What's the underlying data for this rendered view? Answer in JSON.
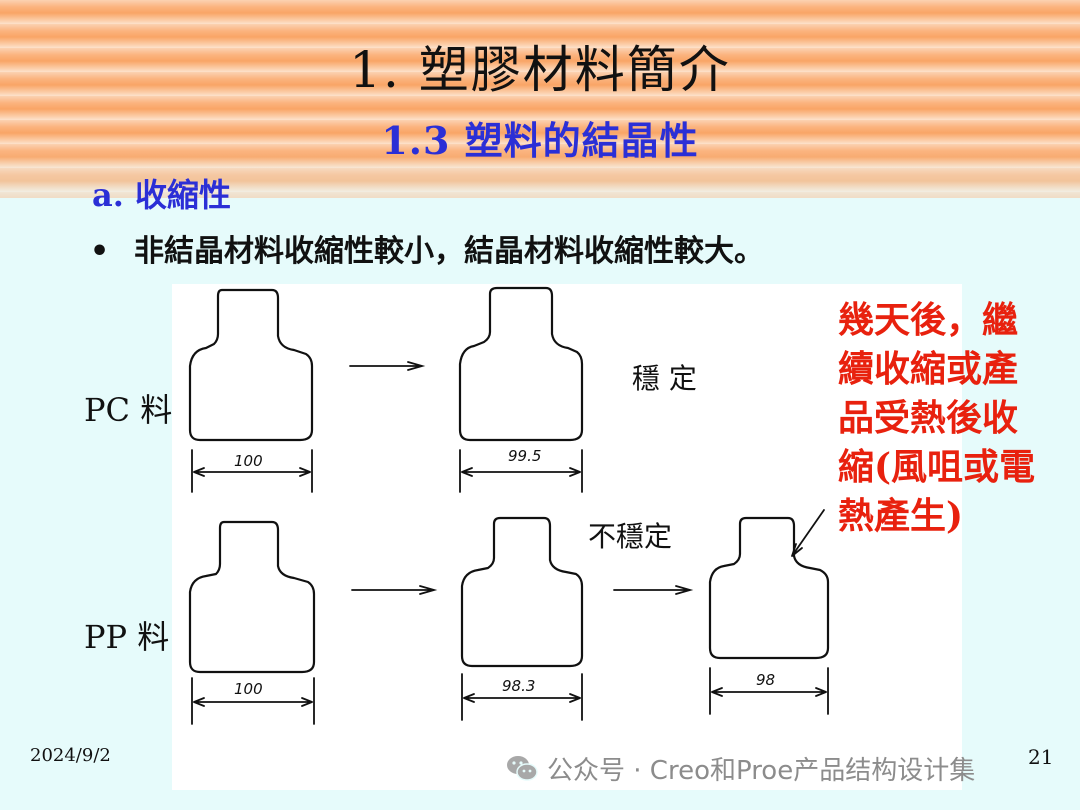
{
  "slide": {
    "title": "1.  塑膠材料簡介",
    "subtitle": "1.3 塑料的結晶性",
    "section_heading": "a.  收縮性",
    "bullet_symbol": "•",
    "bullet_text": "非結晶材料收縮性較小，結晶材料收縮性較大。",
    "date": "2024/9/2",
    "page_number": "21"
  },
  "figure": {
    "pc_label": "PC 料",
    "pp_label": "PP 料",
    "stable_label": "穩  定",
    "unstable_label": "不穩定",
    "pc_dimensions": [
      "100",
      "99.5"
    ],
    "pp_dimensions": [
      "100",
      "98.3",
      "98"
    ],
    "note": "幾天後，繼\n續收縮或產\n品受熱後收\n縮(風咀或電\n熱產生)",
    "note_color": "#e8210e"
  },
  "colors": {
    "title_blue": "#2b2fd6",
    "header_orange": "#f9a566",
    "background": "#e6fbfb"
  },
  "watermark": {
    "icon": "wechat-icon",
    "text": "公众号 · Creo和Proe产品结构设计集"
  }
}
